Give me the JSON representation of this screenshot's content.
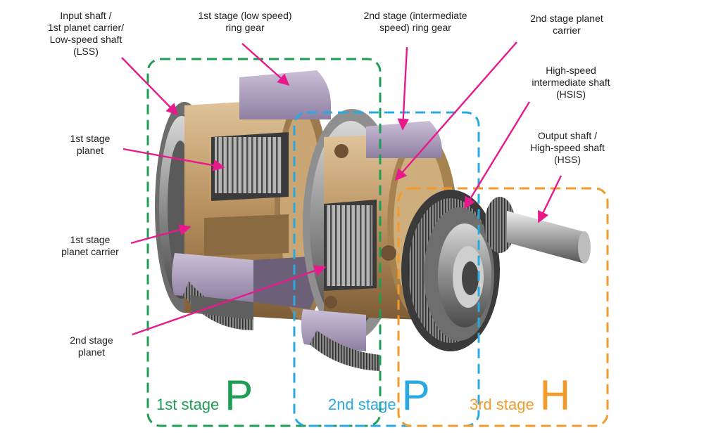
{
  "labels": {
    "input_shaft": "Input shaft /\n1st planet carrier/\nLow-speed shaft\n(LSS)",
    "ring_gear_1": "1st stage (low speed)\nring gear",
    "ring_gear_2": "2nd stage (intermediate\nspeed) ring gear",
    "planet_carrier_2": "2nd stage planet\ncarrier",
    "hsis": "High-speed\nintermediate shaft\n(HSIS)",
    "planet_1": "1st stage\nplanet",
    "output_shaft": "Output shaft /\nHigh-speed shaft\n(HSS)",
    "planet_carrier_1": "1st stage\nplanet carrier",
    "planet_2": "2nd stage\nplanet"
  },
  "stages": [
    {
      "word": "1st stage",
      "letter": "P",
      "color": "#1e9e55"
    },
    {
      "word": "2nd stage",
      "letter": "P",
      "color": "#29a9e0"
    },
    {
      "word": "3rd stage",
      "letter": "H",
      "color": "#f39a2c"
    }
  ],
  "colors": {
    "arrow": "#e8198b",
    "ring": "#a99bb8",
    "carrier": "#c4a174",
    "gear": "#9a9a9a"
  }
}
